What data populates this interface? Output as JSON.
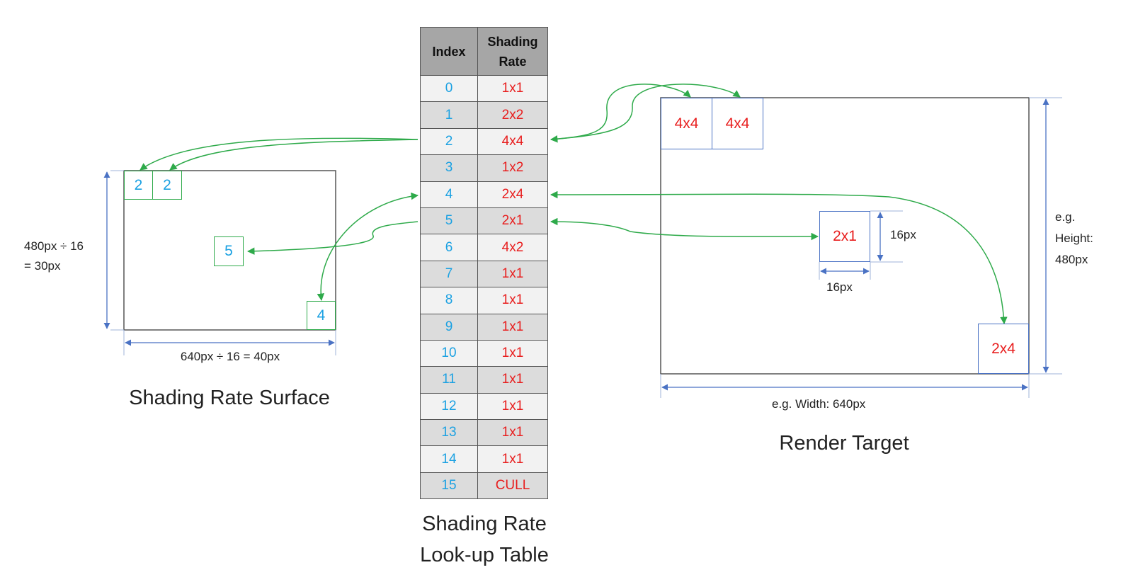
{
  "surface": {
    "caption": "Shading Rate Surface",
    "height_label": [
      "480px ÷ 16",
      "= 30px"
    ],
    "width_label": "640px ÷ 16 = 40px",
    "cells": [
      "2",
      "2",
      "5",
      "4"
    ]
  },
  "table": {
    "caption": [
      "Shading Rate",
      "Look-up Table"
    ],
    "headers": {
      "index": "Index",
      "rate": [
        "Shading",
        "Rate"
      ]
    },
    "rows": [
      {
        "index": "0",
        "rate": "1x1"
      },
      {
        "index": "1",
        "rate": "2x2"
      },
      {
        "index": "2",
        "rate": "4x4"
      },
      {
        "index": "3",
        "rate": "1x2"
      },
      {
        "index": "4",
        "rate": "2x4"
      },
      {
        "index": "5",
        "rate": "2x1"
      },
      {
        "index": "6",
        "rate": "4x2"
      },
      {
        "index": "7",
        "rate": "1x1"
      },
      {
        "index": "8",
        "rate": "1x1"
      },
      {
        "index": "9",
        "rate": "1x1"
      },
      {
        "index": "10",
        "rate": "1x1"
      },
      {
        "index": "11",
        "rate": "1x1"
      },
      {
        "index": "12",
        "rate": "1x1"
      },
      {
        "index": "13",
        "rate": "1x1"
      },
      {
        "index": "14",
        "rate": "1x1"
      },
      {
        "index": "15",
        "rate": "CULL"
      }
    ]
  },
  "target": {
    "caption": "Render Target",
    "height_label": [
      "e.g.",
      "Height:",
      "480px"
    ],
    "width_label": "e.g. Width: 640px",
    "cells": [
      "4x4",
      "4x4",
      "2x1",
      "2x4"
    ],
    "tile_width_label": "16px",
    "tile_height_label": "16px"
  },
  "colors": {
    "arrow": "#2eaa4a",
    "dimension": "#4a72c4",
    "index_text": "#1ba1e2",
    "rate_text": "#e81e1e"
  }
}
